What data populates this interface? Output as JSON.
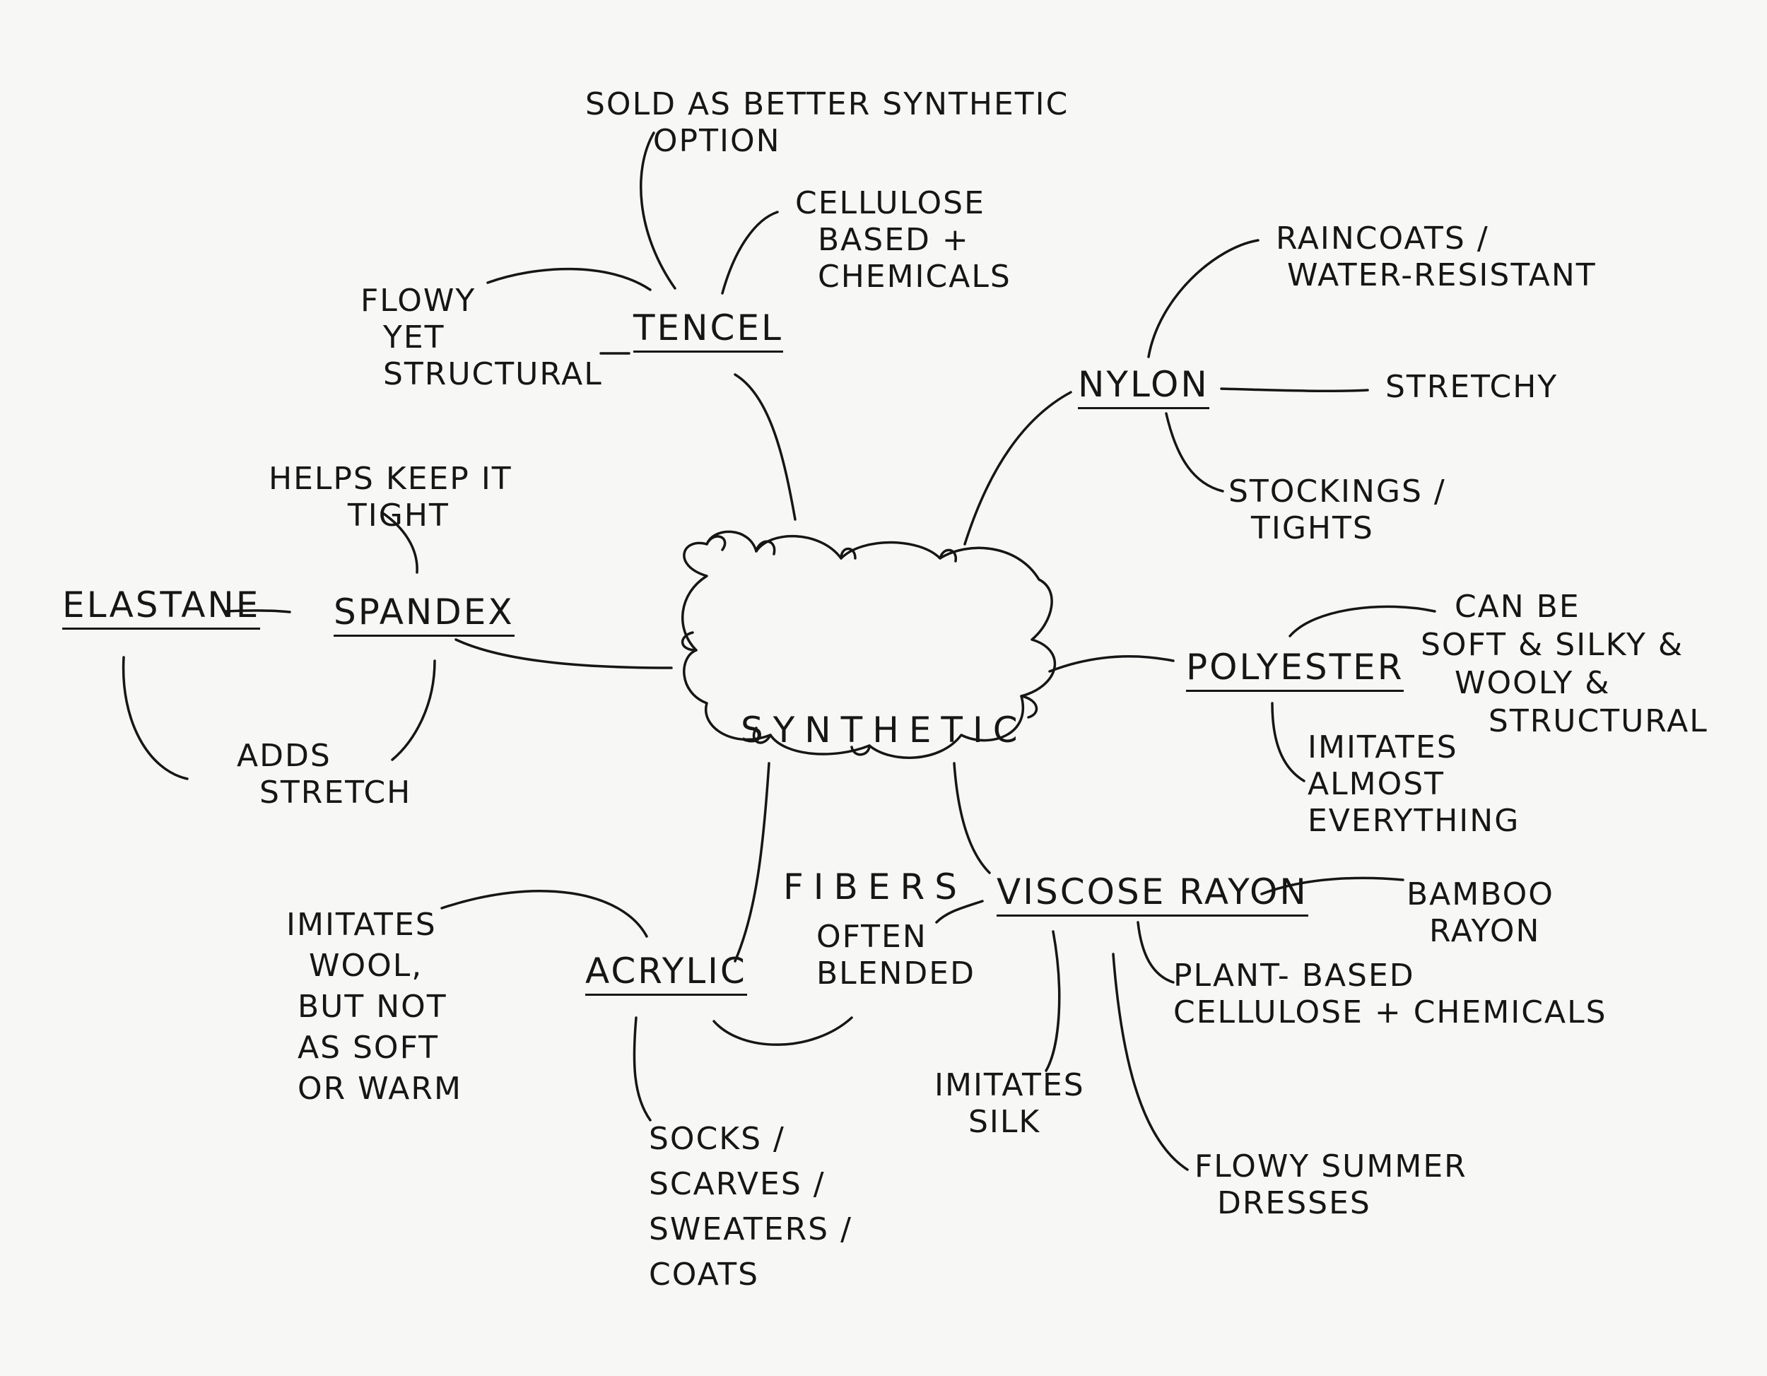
{
  "center": {
    "line1": "SYNTHETIC",
    "line2": "FIBERS"
  },
  "tencel": {
    "label": "TENCEL",
    "sold": "SOLD AS BETTER SYNTHETIC\n      OPTION",
    "cellulose": "CELLULOSE\n  BASED +\n  CHEMICALS",
    "flowy": "FLOWY\n  YET\n  STRUCTURAL"
  },
  "nylon": {
    "label": "NYLON",
    "raincoats": "RAINCOATS /\n WATER-RESISTANT",
    "stretchy": "STRETCHY",
    "stockings": "STOCKINGS /\n  TIGHTS"
  },
  "spandex": {
    "label": "SPANDEX",
    "elastane": "ELASTANE",
    "helps": "HELPS KEEP IT\n       TIGHT",
    "adds": "ADDS\n  STRETCH"
  },
  "polyester": {
    "label": "POLYESTER",
    "canbe": "   CAN BE\nSOFT & SILKY &\n   WOOLY &\n      STRUCTURAL",
    "imitates": "IMITATES\nALMOST\nEVERYTHING"
  },
  "acrylic": {
    "label": "ACRYLIC",
    "imitates": "IMITATES\n  WOOL,\n BUT NOT\n AS SOFT\n OR WARM",
    "socks": "SOCKS /\nSCARVES /\nSWEATERS /\nCOATS"
  },
  "viscose": {
    "label": "VISCOSE RAYON",
    "often": "OFTEN\nBLENDED",
    "bamboo": "BAMBOO\n  RAYON",
    "plant": "PLANT- BASED\nCELLULOSE + CHEMICALS",
    "silk": "IMITATES\n   SILK",
    "flowy": "FLOWY SUMMER\n  DRESSES"
  }
}
